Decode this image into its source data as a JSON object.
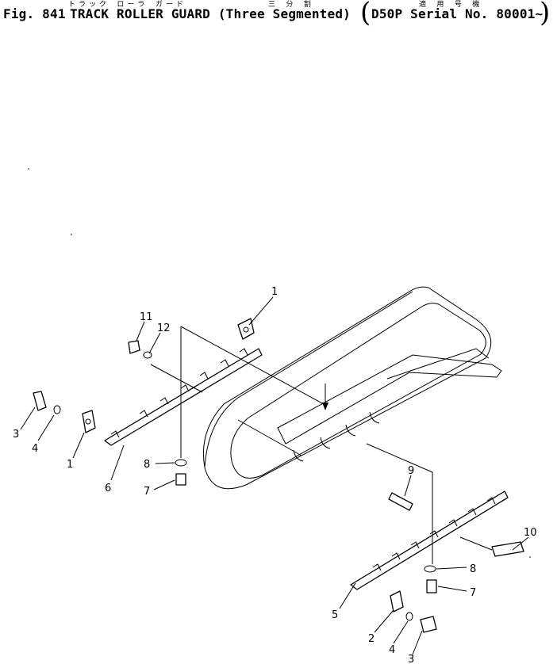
{
  "header": {
    "kana_line1": "トラック ローラ ガード",
    "kana_line2": "三 分 割",
    "kana_line3": "適 用 号 機",
    "fig_label": "Fig. 841",
    "title": "TRACK ROLLER GUARD (Three Segmented)",
    "applicability": "D50P Serial No. 80001~"
  },
  "callouts": [
    {
      "id": "c-1a",
      "text": "1"
    },
    {
      "id": "c-11",
      "text": "11"
    },
    {
      "id": "c-12",
      "text": "12"
    },
    {
      "id": "c-3a",
      "text": "3"
    },
    {
      "id": "c-4a",
      "text": "4"
    },
    {
      "id": "c-1b",
      "text": "1"
    },
    {
      "id": "c-6",
      "text": "6"
    },
    {
      "id": "c-8a",
      "text": "8"
    },
    {
      "id": "c-7a",
      "text": "7"
    },
    {
      "id": "c-9",
      "text": "9"
    },
    {
      "id": "c-10",
      "text": "10"
    },
    {
      "id": "c-8b",
      "text": "8"
    },
    {
      "id": "c-7b",
      "text": "7"
    },
    {
      "id": "c-5",
      "text": "5"
    },
    {
      "id": "c-2",
      "text": "2"
    },
    {
      "id": "c-4b",
      "text": "4"
    },
    {
      "id": "c-3b",
      "text": "3"
    }
  ]
}
